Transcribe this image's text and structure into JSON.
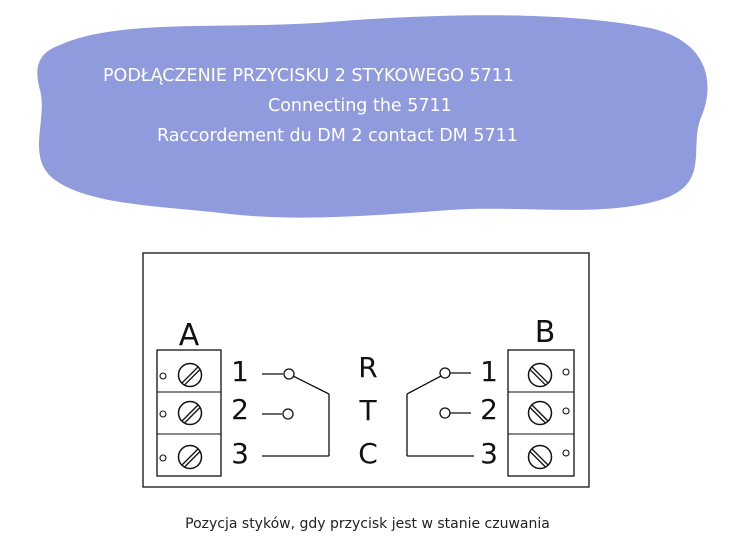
{
  "colors": {
    "blob": "#8f9bdc",
    "title_text": "#ffffff",
    "line": "#111111"
  },
  "header": {
    "line1": "PODŁĄCZENIE PRZYCISKU 2 STYKOWEGO 5711",
    "line2": "Connecting the 5711",
    "line3": "Raccordement du DM 2 contact DM 5711"
  },
  "diagram": {
    "block_a": {
      "label": "A",
      "terminals": [
        "1",
        "2",
        "3"
      ]
    },
    "block_b": {
      "label": "B",
      "terminals": [
        "1",
        "2",
        "3"
      ]
    },
    "contacts": [
      "R",
      "T",
      "C"
    ]
  },
  "caption": "Pozycja styków, gdy przycisk jest w stanie czuwania"
}
